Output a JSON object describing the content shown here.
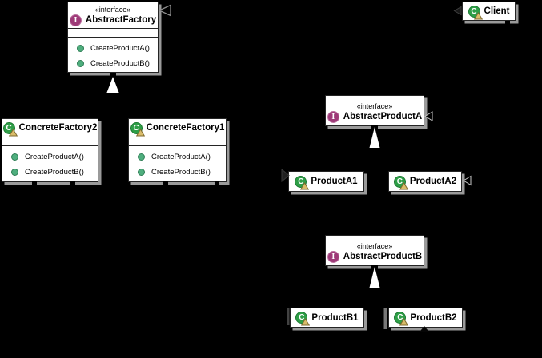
{
  "diagram": {
    "background": "#000000",
    "icons": {
      "interface_letter": "I",
      "class_letter": "C"
    },
    "colors": {
      "box_fill": "#ffffff",
      "box_border": "#242424",
      "box_shadow": "#9a9a9a",
      "interface_icon": "#9e3a78",
      "class_icon": "#2e9e47",
      "class_badge": "#d9bc6a",
      "method_bullet": "#4fae7e",
      "realization_arrowhead": "#ffffff",
      "text": "#000000"
    },
    "classes": {
      "abstract_factory": {
        "stereotype": "«interface»",
        "name": "AbstractFactory",
        "methods": [
          "CreateProductA()",
          "CreateProductB()"
        ]
      },
      "client": {
        "name": "Client"
      },
      "concrete_factory2": {
        "name": "ConcreteFactory2",
        "methods": [
          "CreateProductA()",
          "CreateProductB()"
        ]
      },
      "concrete_factory1": {
        "name": "ConcreteFactory1",
        "methods": [
          "CreateProductA()",
          "CreateProductB()"
        ]
      },
      "abstract_product_a": {
        "stereotype": "«interface»",
        "name": "AbstractProductA"
      },
      "product_a1": {
        "name": "ProductA1"
      },
      "product_a2": {
        "name": "ProductA2"
      },
      "abstract_product_b": {
        "stereotype": "«interface»",
        "name": "AbstractProductB"
      },
      "product_b1": {
        "name": "ProductB1"
      },
      "product_b2": {
        "name": "ProductB2"
      }
    }
  }
}
